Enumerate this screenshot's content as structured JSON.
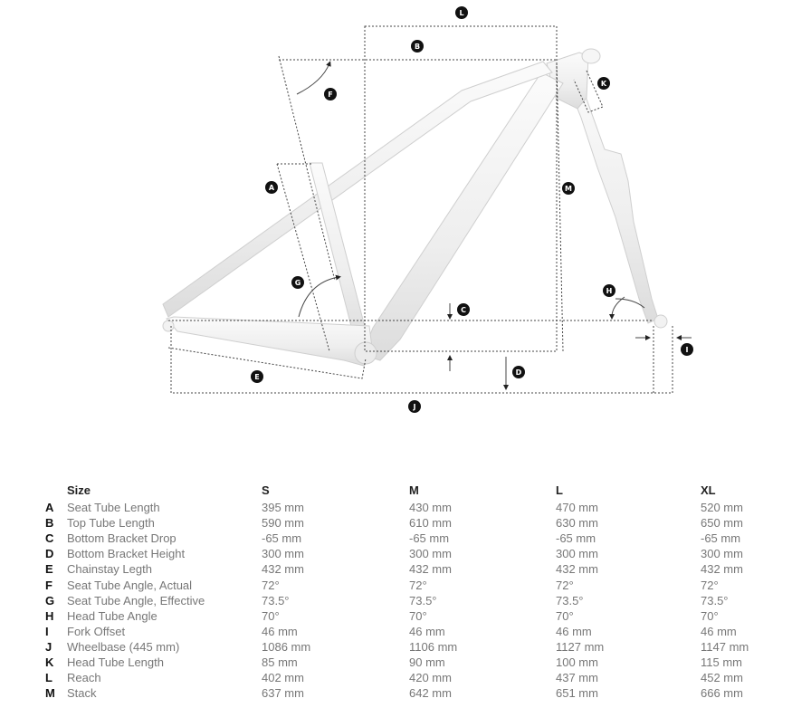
{
  "diagram": {
    "markers": [
      "L",
      "B",
      "K",
      "F",
      "A",
      "M",
      "G",
      "C",
      "H",
      "E",
      "D",
      "I",
      "J"
    ]
  },
  "table": {
    "header": {
      "size": "Size",
      "cols": [
        "S",
        "M",
        "L",
        "XL"
      ]
    },
    "rows": [
      {
        "key": "A",
        "label": "Seat Tube Length",
        "values": [
          "395 mm",
          "430 mm",
          "470 mm",
          "520 mm"
        ]
      },
      {
        "key": "B",
        "label": "Top Tube Length",
        "values": [
          "590 mm",
          "610 mm",
          "630 mm",
          "650 mm"
        ]
      },
      {
        "key": "C",
        "label": "Bottom Bracket Drop",
        "values": [
          "-65 mm",
          "-65 mm",
          "-65 mm",
          "-65 mm"
        ]
      },
      {
        "key": "D",
        "label": "Bottom Bracket Height",
        "values": [
          "300 mm",
          "300 mm",
          "300 mm",
          "300 mm"
        ]
      },
      {
        "key": "E",
        "label": "Chainstay Legth",
        "values": [
          "432 mm",
          "432 mm",
          "432 mm",
          "432 mm"
        ]
      },
      {
        "key": "F",
        "label": "Seat Tube Angle, Actual",
        "values": [
          "72°",
          "72°",
          "72°",
          "72°"
        ]
      },
      {
        "key": "G",
        "label": "Seat Tube Angle, Effective",
        "values": [
          "73.5°",
          "73.5°",
          "73.5°",
          "73.5°"
        ]
      },
      {
        "key": "H",
        "label": "Head Tube Angle",
        "values": [
          "70°",
          "70°",
          "70°",
          "70°"
        ]
      },
      {
        "key": "I",
        "label": "Fork Offset",
        "values": [
          "46 mm",
          "46 mm",
          "46 mm",
          "46 mm"
        ]
      },
      {
        "key": "J",
        "label": "Wheelbase (445 mm)",
        "values": [
          "1086 mm",
          "1106 mm",
          "1127 mm",
          "1147 mm"
        ]
      },
      {
        "key": "K",
        "label": "Head Tube Length",
        "values": [
          "85 mm",
          "90 mm",
          "100 mm",
          "115 mm"
        ]
      },
      {
        "key": "L",
        "label": "Reach",
        "values": [
          "402 mm",
          "420 mm",
          "437 mm",
          "452 mm"
        ]
      },
      {
        "key": "M",
        "label": "Stack",
        "values": [
          "637 mm",
          "642 mm",
          "651 mm",
          "666 mm"
        ]
      }
    ]
  }
}
